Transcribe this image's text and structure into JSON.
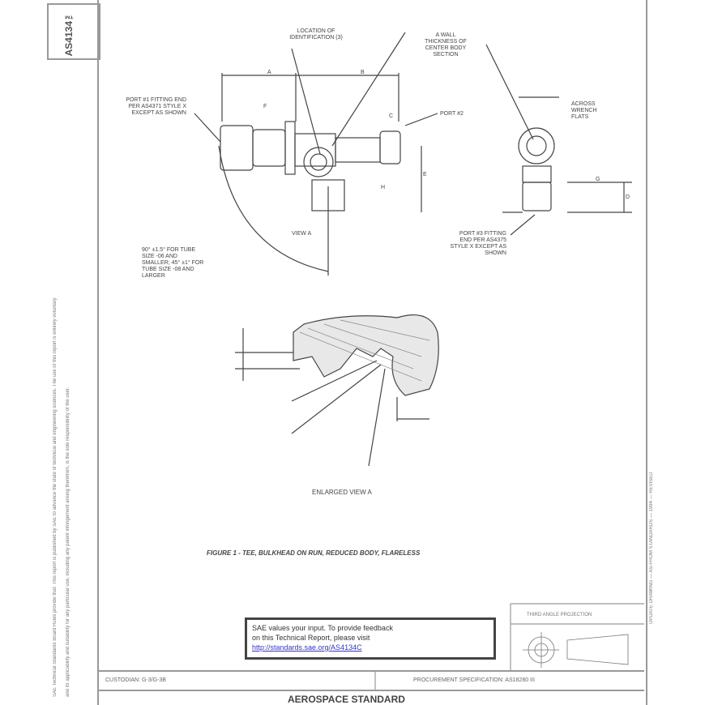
{
  "document_id": "AS4134™",
  "side_notes": {
    "left_1": "SAE Technical Standards Board Rules provide that: This report is published by SAE to advance the state of technical and engineering sciences. The use of this report is entirely voluntary",
    "left_2": "and its applicability and suitability for any particular use, including any patent infringement arising therefrom, is the sole responsibility of the user.",
    "right": "UPDATE DRAWING — AS-FROM STANDARDS — 1994 — REVISED"
  },
  "labels": {
    "location_id": "LOCATION OF IDENTIFICATION (3)",
    "wall": "A WALL THICKNESS OF CENTER BODY SECTION",
    "port1": "PORT #1 FITTING END PER AS4371 STYLE X EXCEPT AS SHOWN",
    "port2": "PORT #2",
    "wrench": "ACROSS WRENCH FLATS",
    "view_a": "VIEW A",
    "port3": "PORT #3 FITTING END PER AS4375 STYLE X EXCEPT AS SHOWN",
    "angle": "90° ±1.5° FOR TUBE SIZE -06 AND SMALLER; 45° ±1° FOR TUBE SIZE -08 AND LARGER",
    "dim_a": "A",
    "dim_b": "B",
    "dim_e": "E",
    "dim_f": "F",
    "dim_c": "C",
    "dim_d": "D",
    "dim_h": "H",
    "dim_g": "G",
    "enlarged": "ENLARGED VIEW A"
  },
  "figure_caption": "FIGURE 1 - TEE, BULKHEAD ON RUN, REDUCED BODY, FLARELESS",
  "feedback": {
    "line1": "SAE values your input. To provide feedback",
    "line2": "on this Technical Report, please visit",
    "link": "http://standards.sae.org/AS4134C"
  },
  "title_block": {
    "projection": "THIRD ANGLE PROJECTION",
    "custodian": "CUSTODIAN: G-3/G-3B",
    "procurement": "PROCUREMENT SPECIFICATION: AS18280 III",
    "title": "AEROSPACE STANDARD"
  }
}
